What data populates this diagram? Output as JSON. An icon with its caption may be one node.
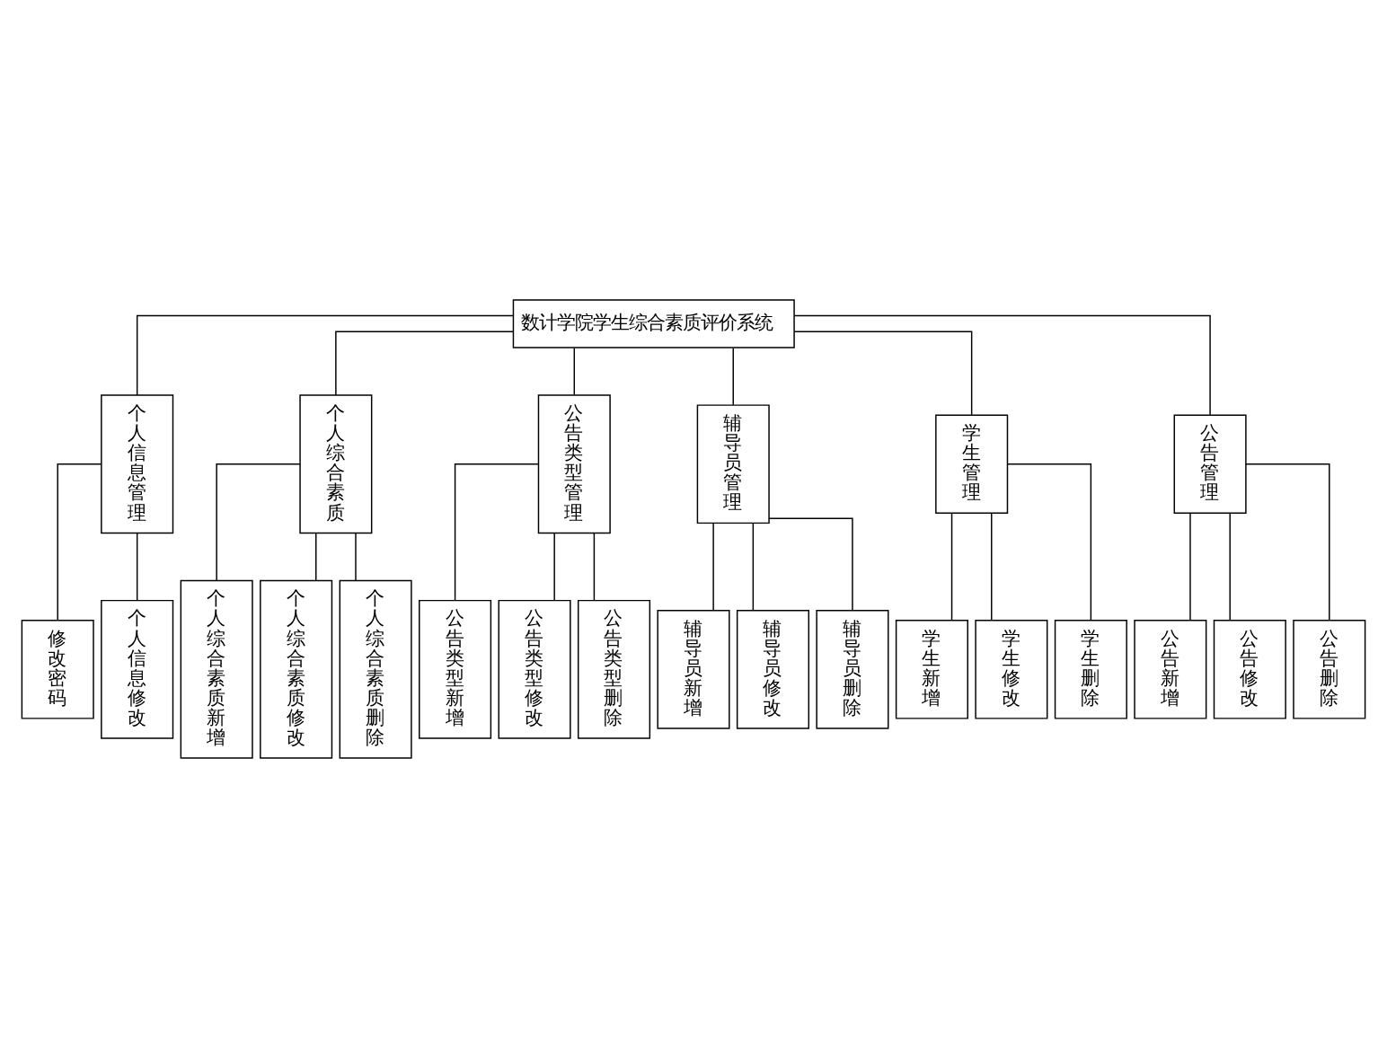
{
  "diagram": {
    "nodes": [
      {
        "text": [
          "数计学院学生综合素质评价系统"
        ]
      },
      {
        "text": [
          "个人信息管理"
        ]
      },
      {
        "text": [
          "个人综合素质"
        ]
      },
      {
        "text": [
          "公告类型管理"
        ]
      },
      {
        "text": [
          "辅导员管理"
        ]
      },
      {
        "text": [
          "学生管理"
        ]
      },
      {
        "text": [
          "公告管理"
        ]
      },
      {
        "text": [
          "修改密码"
        ]
      },
      {
        "text": [
          "个人信息修改"
        ]
      },
      {
        "text": [
          "个人综合素质新增"
        ]
      },
      {
        "text": [
          "个人综合素质修改"
        ]
      },
      {
        "text": [
          "个人综合素质删除"
        ]
      },
      {
        "text": [
          "公告类型新增"
        ]
      },
      {
        "text": [
          "公告类型修改"
        ]
      },
      {
        "text": [
          "公告类型删除"
        ]
      },
      {
        "text": [
          "辅导员新增"
        ]
      },
      {
        "text": [
          "辅导员修改"
        ]
      },
      {
        "text": [
          "辅导员删除"
        ]
      },
      {
        "text": [
          "学生新增"
        ]
      },
      {
        "text": [
          "学生修改"
        ]
      },
      {
        "text": [
          "学生删除"
        ]
      },
      {
        "text": [
          "公告新增"
        ]
      },
      {
        "text": [
          "公告修改"
        ]
      },
      {
        "text": [
          "公告删除"
        ]
      }
    ],
    "edges": [
      {
        "from": 0,
        "to": 1,
        "arrow": "none"
      },
      {
        "from": 0,
        "to": 2,
        "arrow": "none"
      },
      {
        "from": 0,
        "to": 3,
        "arrow": "none"
      },
      {
        "from": 0,
        "to": 4,
        "arrow": "none"
      },
      {
        "from": 0,
        "to": 5,
        "arrow": "none"
      },
      {
        "from": 0,
        "to": 6,
        "arrow": "none"
      },
      {
        "from": 1,
        "to": 7,
        "arrow": "none"
      },
      {
        "from": 1,
        "to": 8,
        "arrow": "none"
      },
      {
        "from": 2,
        "to": 9,
        "arrow": "none"
      },
      {
        "from": 2,
        "to": 10,
        "arrow": "none"
      },
      {
        "from": 2,
        "to": 11,
        "arrow": "none"
      },
      {
        "from": 3,
        "to": 12,
        "arrow": "none"
      },
      {
        "from": 3,
        "to": 13,
        "arrow": "none"
      },
      {
        "from": 3,
        "to": 14,
        "arrow": "none"
      },
      {
        "from": 4,
        "to": 15,
        "arrow": "none"
      },
      {
        "from": 4,
        "to": 16,
        "arrow": "none"
      },
      {
        "from": 4,
        "to": 17,
        "arrow": "none"
      },
      {
        "from": 5,
        "to": 18,
        "arrow": "none"
      },
      {
        "from": 5,
        "to": 19,
        "arrow": "none"
      },
      {
        "from": 5,
        "to": 20,
        "arrow": "none"
      },
      {
        "from": 6,
        "to": 21,
        "arrow": "none"
      },
      {
        "from": 6,
        "to": 22,
        "arrow": "none"
      },
      {
        "from": 6,
        "to": 23,
        "arrow": "none"
      }
    ]
  }
}
